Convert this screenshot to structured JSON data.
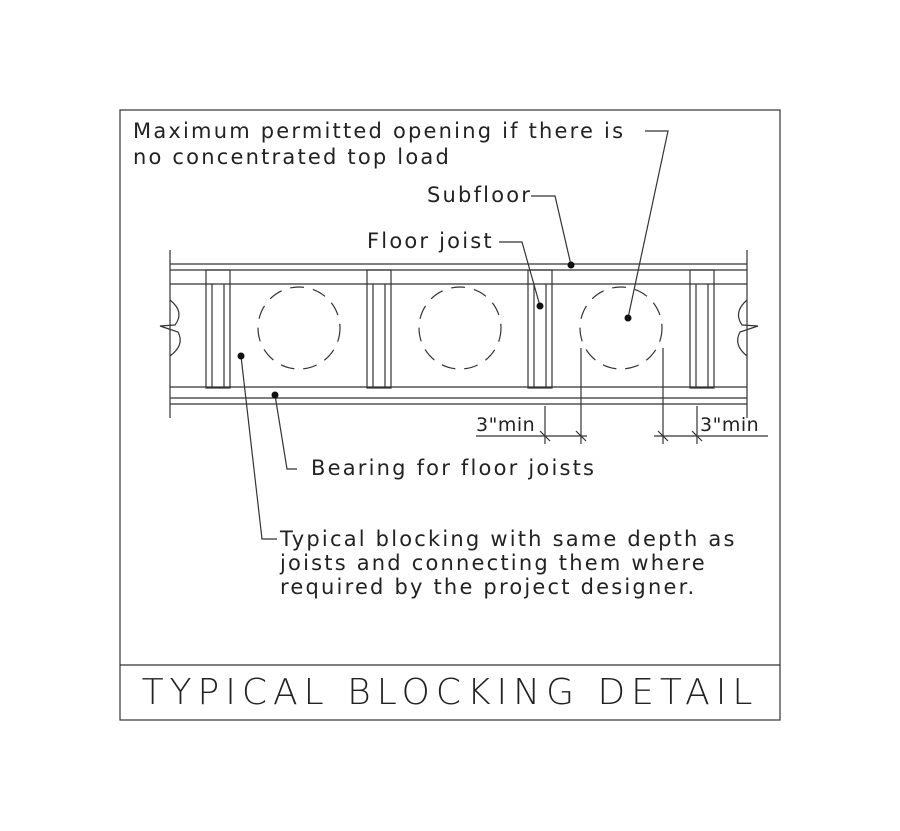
{
  "labels": {
    "max_opening_line1": "Maximum permitted opening if there is",
    "max_opening_line2": "no concentrated top load",
    "subfloor": "Subfloor",
    "floor_joist": "Floor joist",
    "bearing": "Bearing for floor joists",
    "blocking_line1": "Typical blocking with same depth as",
    "blocking_line2": "joists and connecting them where",
    "blocking_line3": "required by the project designer.",
    "dim_left": "3\"min",
    "dim_right": "3\"min"
  },
  "title": "TYPICAL BLOCKING DETAIL"
}
